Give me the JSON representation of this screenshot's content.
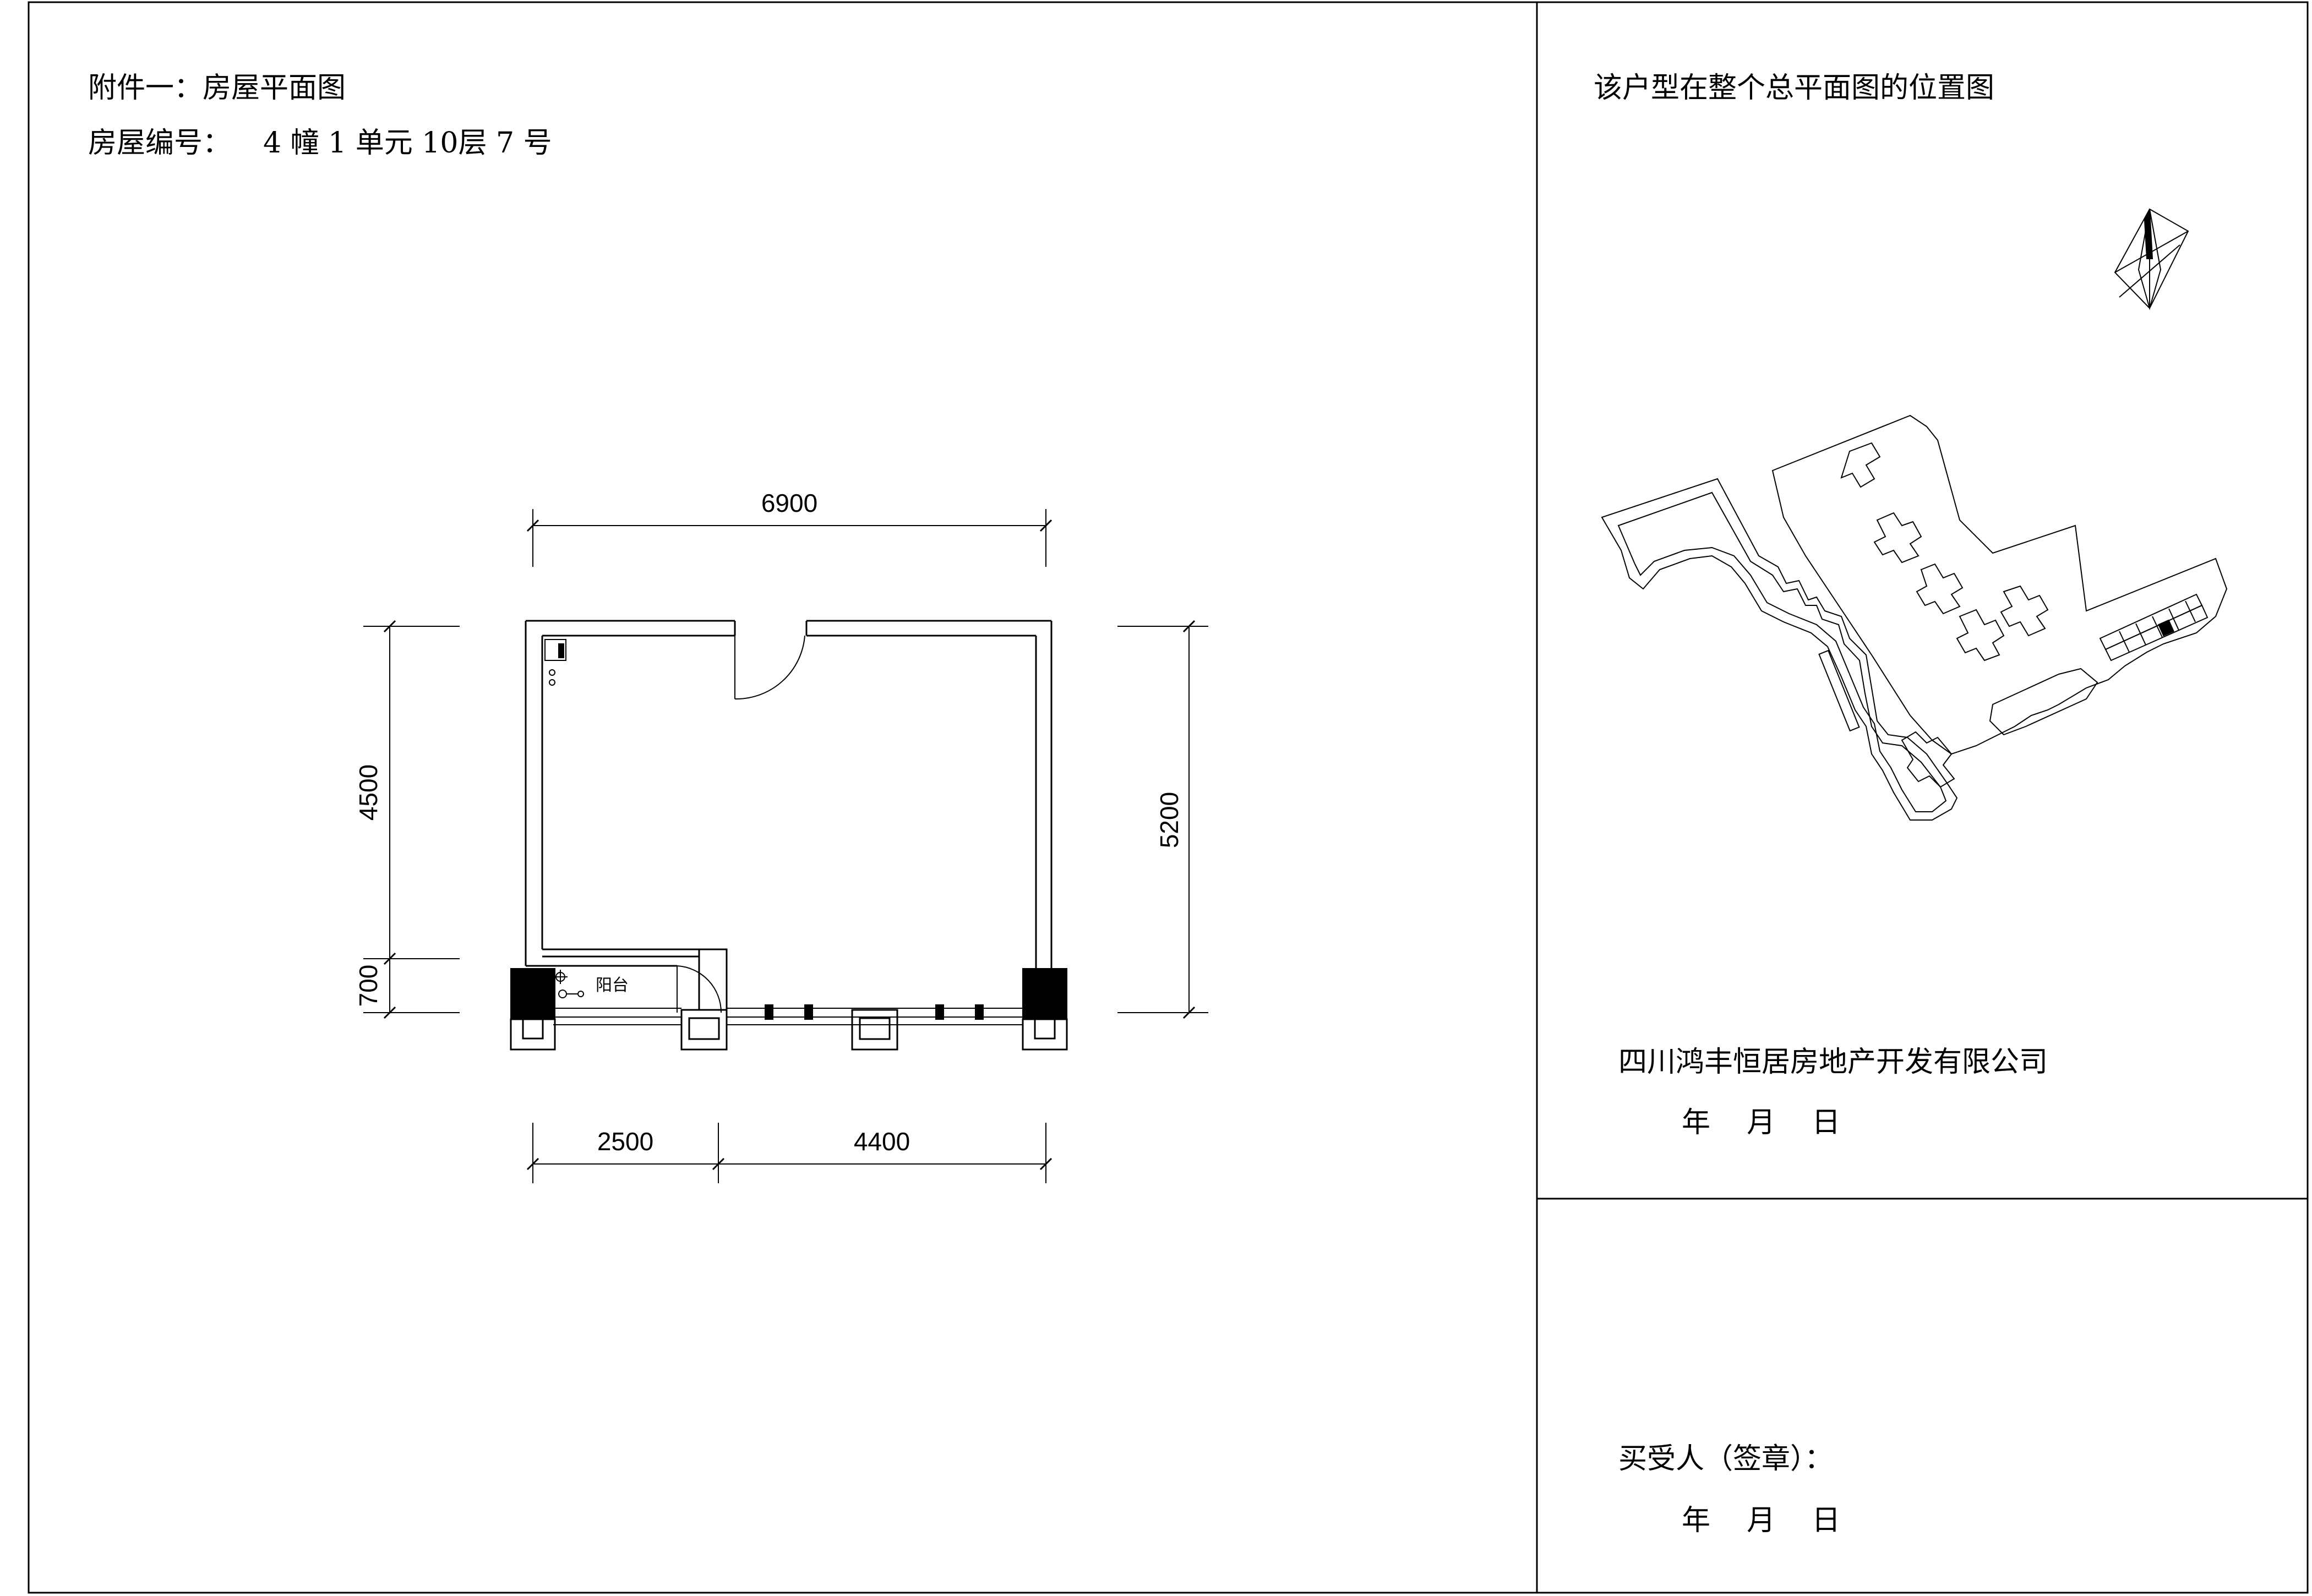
{
  "left_panel": {
    "title": "附件一：房屋平面图",
    "house_number_label": "房屋编号：",
    "house_number_value": "4 幢 1 单元 10层 7 号"
  },
  "floor_plan": {
    "dim_total_width": "6900",
    "dim_left_main": "4500",
    "dim_left_balcony": "700",
    "dim_right_total": "5200",
    "dim_bottom_left": "2500",
    "dim_bottom_right": "4400",
    "balcony_label": "阳台"
  },
  "right_panel": {
    "site_plan_title": "该户型在整个总平面图的位置图",
    "developer": "四川鸿丰恒居房地产开发有限公司",
    "developer_date": "年    月    日",
    "buyer_signature": "买受人（签章）：",
    "buyer_date": "年    月    日"
  }
}
